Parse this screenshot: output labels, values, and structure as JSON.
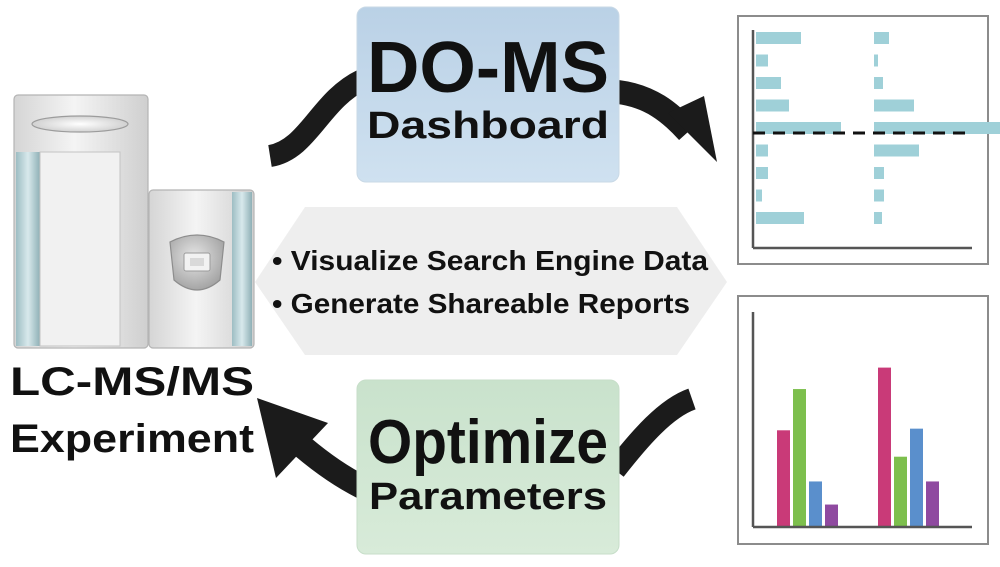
{
  "top_box": {
    "title": "DO-MS",
    "subtitle": "Dashboard",
    "color": "#c4d9ec"
  },
  "bottom_box": {
    "title": "Optimize",
    "subtitle": "Parameters",
    "color": "#d1e6d3"
  },
  "instrument": {
    "line1": "LC-MS/MS",
    "line2": "Experiment"
  },
  "center_panel": {
    "bullets": [
      "• Visualize Search Engine Data",
      "• Generate Shareable Reports"
    ],
    "color": "#eeeeee"
  },
  "colors": {
    "arrow": "#1b1b1b",
    "hbar": "#9fd0d8",
    "pink": "#c93a78",
    "green": "#7dbf4d",
    "blue": "#5a8fcc",
    "purple": "#8f4aa0"
  },
  "chart_data": [
    {
      "type": "bar",
      "orientation": "horizontal",
      "title": "",
      "xlabel": "",
      "ylabel": "",
      "reference_line": "dashed horizontal",
      "series": [
        {
          "values": [
            0.45,
            0.12,
            0.25,
            0.33,
            0.85,
            0.12,
            0.12,
            0.06,
            0.48
          ]
        },
        {
          "values": [
            0.15,
            0.04,
            0.09,
            0.4,
            1.35,
            0.45,
            0.1,
            0.1,
            0.08
          ]
        }
      ]
    },
    {
      "type": "bar",
      "title": "",
      "xlabel": "",
      "ylabel": "",
      "groups": 2,
      "series": [
        {
          "values": [
            0.58,
            0.96
          ]
        },
        {
          "values": [
            0.83,
            0.42
          ]
        },
        {
          "values": [
            0.27,
            0.59
          ]
        },
        {
          "values": [
            0.13,
            0.27
          ]
        }
      ]
    }
  ]
}
